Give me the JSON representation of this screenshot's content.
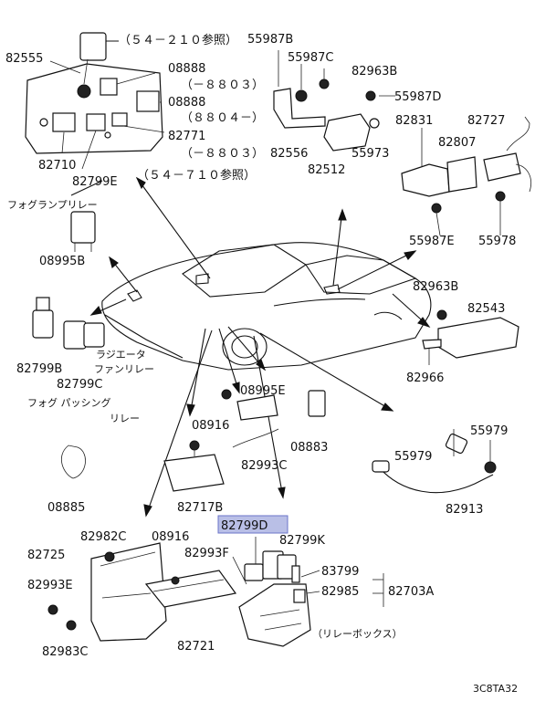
{
  "diagram_id": "3C8TA32",
  "selected_part": "82799D",
  "highlight_color": "#b9bfe6",
  "refs": {
    "ref_54_210": "（５４－２１０参照）",
    "ref_54_710": "（５４－７１０参照）"
  },
  "date_notes": {
    "n1": "（－８８０３）",
    "n2": "（８８０４－）",
    "n3": "（－８８０３）"
  },
  "jp_labels": {
    "fog_lamp_relay": "フォグランプリレー",
    "radiator_fan_relay_1": "ラジエータ",
    "radiator_fan_relay_2": "ファンリレー",
    "fog_passing_relay_1": "フォグ パッシング",
    "fog_passing_relay_2": "リレー",
    "relay_box": "（リレーボックス）"
  },
  "parts": {
    "p82555": "82555",
    "p55987B": "55987B",
    "p55987C": "55987C",
    "p82963B_top": "82963B",
    "p08888_a": "08888",
    "p08888_b": "08888",
    "p55987D": "55987D",
    "p82831": "82831",
    "p82727": "82727",
    "p82807": "82807",
    "p82771": "82771",
    "p82556": "82556",
    "p55973": "55973",
    "p82512": "82512",
    "p82710": "82710",
    "p82799E": "82799E",
    "p55987E": "55987E",
    "p55978": "55978",
    "p08995B": "08995B",
    "p82963B_mid": "82963B",
    "p82543": "82543",
    "p82966": "82966",
    "p82799B": "82799B",
    "p82799C": "82799C",
    "p08995E": "08995E",
    "p08916_a": "08916",
    "p08883": "08883",
    "p55979_a": "55979",
    "p55979_b": "55979",
    "p82993C": "82993C",
    "p82913": "82913",
    "p08885": "08885",
    "p82717B": "82717B",
    "p82799D": "82799D",
    "p82982C": "82982C",
    "p08916_b": "08916",
    "p82799K": "82799K",
    "p82725": "82725",
    "p82993F": "82993F",
    "p83799": "83799",
    "p82993E": "82993E",
    "p82985": "82985",
    "p82703A": "82703A",
    "p82983C": "82983C",
    "p82721": "82721"
  }
}
